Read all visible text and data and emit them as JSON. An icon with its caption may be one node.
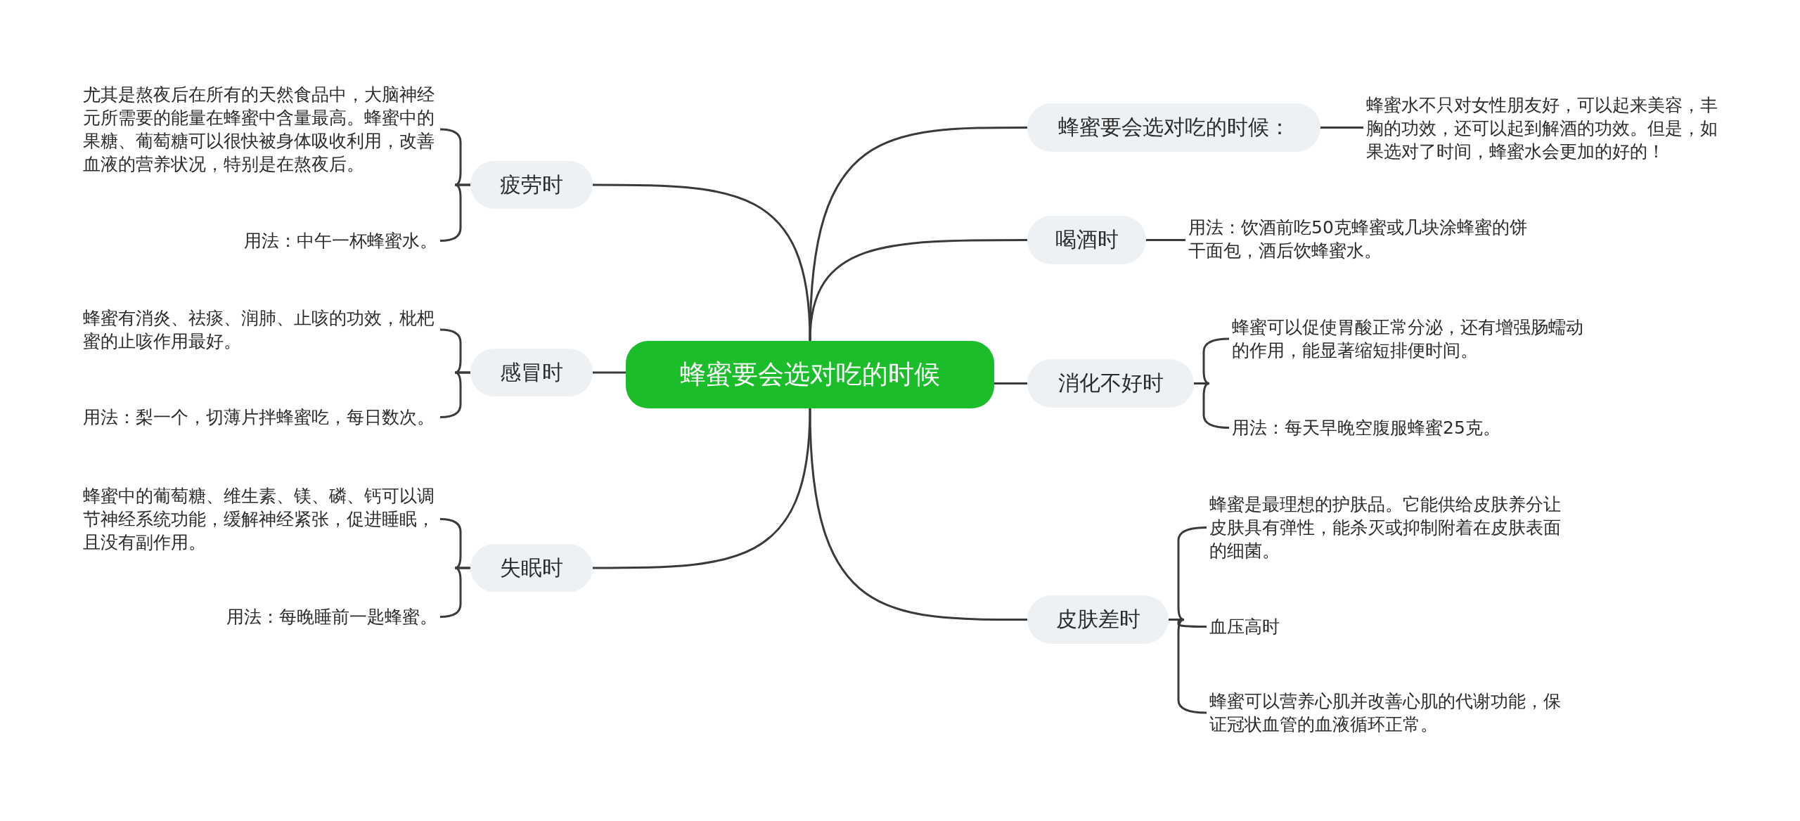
{
  "diagram": {
    "nodes": [
      {
        "text": [
          "蜂蜜要会选对吃的时候"
        ]
      },
      {
        "text": [
          "疲劳时"
        ]
      },
      {
        "text": [
          "感冒时"
        ]
      },
      {
        "text": [
          "失眠时"
        ]
      },
      {
        "text": [
          "蜂蜜要会选对吃的时候："
        ]
      },
      {
        "text": [
          "喝酒时"
        ]
      },
      {
        "text": [
          "消化不好时"
        ]
      },
      {
        "text": [
          "皮肤差时"
        ]
      },
      {
        "text": [
          "尤其是熬夜后在所有的天然食品中，大脑神经元所需要的能量在蜂蜜中含量最高。蜂蜜中的果糖、葡萄糖可以很快被身体吸收利用，改善血液的营养状况，特别是在熬夜后。"
        ]
      },
      {
        "text": [
          "用法：中午一杯蜂蜜水。"
        ]
      },
      {
        "text": [
          "蜂蜜有消炎、祛痰、润肺、止咳的功效，枇杷蜜的止咳作用最好。"
        ]
      },
      {
        "text": [
          "用法：梨一个，切薄片拌蜂蜜吃，每日数次。"
        ]
      },
      {
        "text": [
          "蜂蜜中的葡萄糖、维生素、镁、磷、钙可以调节神经系统功能，缓解神经紧张，促进睡眠，且没有副作用。"
        ]
      },
      {
        "text": [
          "用法：每晚睡前一匙蜂蜜。"
        ]
      },
      {
        "text": [
          "蜂蜜水不只对女性朋友好，可以起来美容，丰胸的功效，还可以起到解酒的功效。但是，如果选对了时间，蜂蜜水会更加的好的！"
        ]
      },
      {
        "text": [
          "用法：饮酒前吃50克蜂蜜或几块涂蜂蜜的饼干面包，酒后饮蜂蜜水。"
        ]
      },
      {
        "text": [
          "蜂蜜可以促使胃酸正常分泌，还有增强肠蠕动的作用，能显著缩短排便时间。"
        ]
      },
      {
        "text": [
          "用法：每天早晚空腹服蜂蜜25克。"
        ]
      },
      {
        "text": [
          "蜂蜜是最理想的护肤品。它能供给皮肤养分让皮肤具有弹性，能杀灭或抑制附着在皮肤表面的细菌。"
        ]
      },
      {
        "text": [
          "血压高时"
        ]
      },
      {
        "text": [
          "蜂蜜可以营养心肌并改善心肌的代谢功能，保证冠状血管的血液循环正常。"
        ]
      }
    ],
    "edges": [
      {
        "from": 0,
        "to": 1,
        "arrow": "none"
      },
      {
        "from": 0,
        "to": 2,
        "arrow": "none"
      },
      {
        "from": 0,
        "to": 3,
        "arrow": "none"
      },
      {
        "from": 0,
        "to": 4,
        "arrow": "none"
      },
      {
        "from": 0,
        "to": 5,
        "arrow": "none"
      },
      {
        "from": 0,
        "to": 6,
        "arrow": "none"
      },
      {
        "from": 0,
        "to": 7,
        "arrow": "none"
      },
      {
        "from": 1,
        "to": 8,
        "arrow": "none"
      },
      {
        "from": 1,
        "to": 9,
        "arrow": "none"
      },
      {
        "from": 2,
        "to": 10,
        "arrow": "none"
      },
      {
        "from": 2,
        "to": 11,
        "arrow": "none"
      },
      {
        "from": 3,
        "to": 12,
        "arrow": "none"
      },
      {
        "from": 3,
        "to": 13,
        "arrow": "none"
      },
      {
        "from": 4,
        "to": 14,
        "arrow": "none"
      },
      {
        "from": 5,
        "to": 15,
        "arrow": "none"
      },
      {
        "from": 6,
        "to": 16,
        "arrow": "none"
      },
      {
        "from": 6,
        "to": 17,
        "arrow": "none"
      },
      {
        "from": 7,
        "to": 18,
        "arrow": "none"
      },
      {
        "from": 7,
        "to": 19,
        "arrow": "none"
      },
      {
        "from": 7,
        "to": 20,
        "arrow": "none"
      }
    ]
  }
}
